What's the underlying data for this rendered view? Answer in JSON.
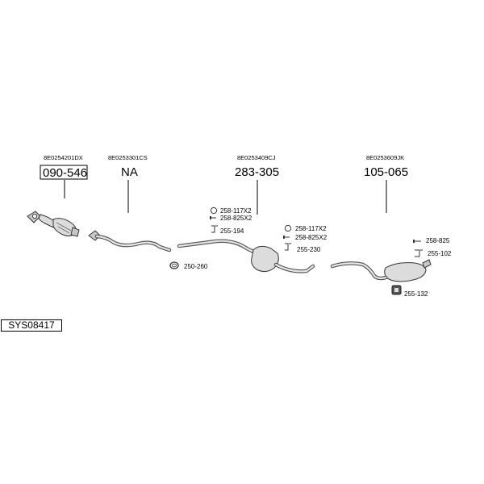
{
  "system": {
    "code": "SYS08417"
  },
  "groups": [
    {
      "oem": "8E0254201DX",
      "part": "090-546",
      "boxed": true
    },
    {
      "oem": "8E0253301CS",
      "part": "NA",
      "boxed": false
    },
    {
      "oem": "8E0253409CJ",
      "part": "283-305",
      "boxed": false
    },
    {
      "oem": "8E0253609JK",
      "part": "105-065",
      "boxed": false
    }
  ],
  "accessories": {
    "a1": "258-117X2",
    "a2": "258-825X2",
    "a3": "255-194",
    "a4": "250-260",
    "a5": "258-117X2",
    "a6": "258-825X2",
    "a7": "255-230",
    "a8": "258-825",
    "a9": "255-102",
    "a10": "255-132"
  },
  "colors": {
    "line": "#000000",
    "pipe": "#555555",
    "part_fill": "#dcdcdc"
  }
}
